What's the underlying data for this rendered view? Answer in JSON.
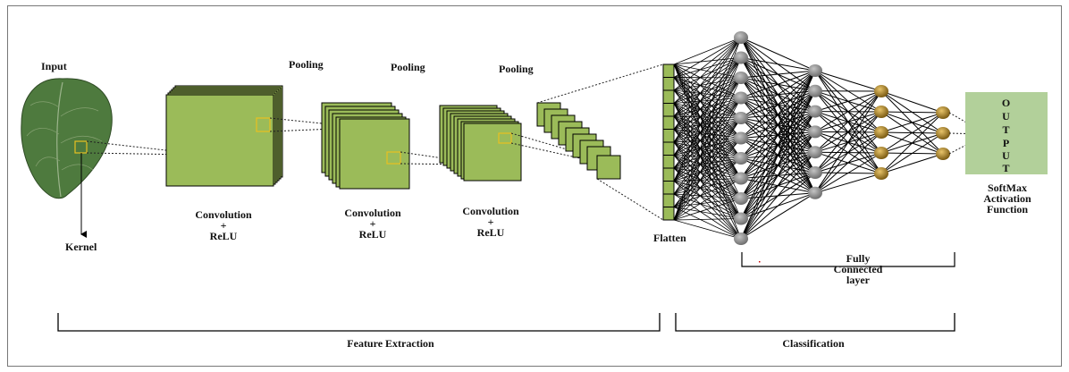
{
  "labels": {
    "input": "Input",
    "kernel": "Kernel",
    "pooling_1": "Pooling",
    "pooling_2": "Pooling",
    "pooling_3": "Pooling",
    "conv_1": [
      "Convolution",
      "+",
      "ReLU"
    ],
    "conv_2": [
      "Convolution",
      "+",
      "ReLU"
    ],
    "conv_3": [
      "Convolution",
      "+",
      "ReLU"
    ],
    "flatten": "Flatten",
    "fully_connected": [
      "Fully",
      "Connected",
      "layer"
    ],
    "softmax": [
      "SoftMax",
      "Activation",
      "Function"
    ],
    "output_letters": [
      "O",
      "U",
      "T",
      "P",
      "U",
      "T"
    ],
    "feature_extraction": "Feature Extraction",
    "classification": "Classification"
  },
  "colors": {
    "map_fill": "#9bbb59",
    "map_stroke": "#000000",
    "kernel_box": "#e8c020",
    "leaf": "#4e7a3e",
    "grey_node": "#808080",
    "gold_node": "#a8802a",
    "output_box": "#b2d09a"
  }
}
